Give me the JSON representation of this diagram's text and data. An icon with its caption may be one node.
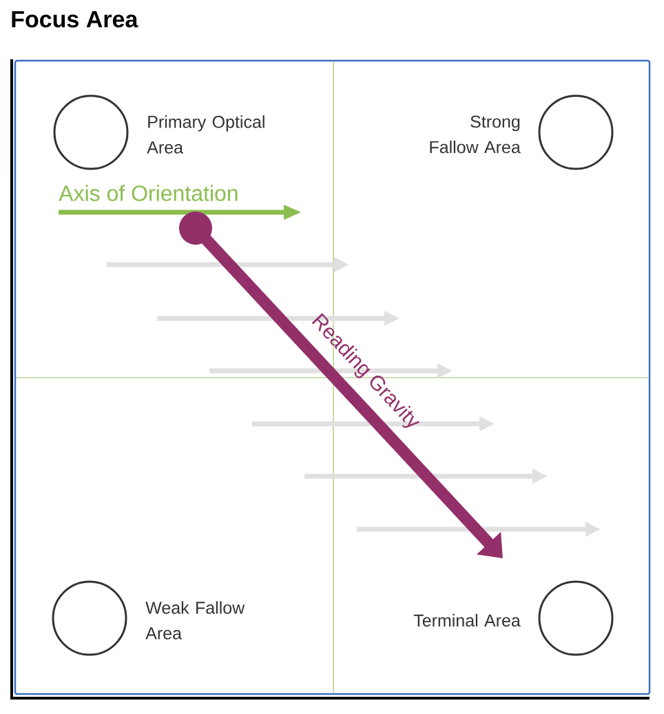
{
  "diagram": {
    "title": "Focus Area",
    "nodes": [
      {
        "text": [],
        "shape": "circle",
        "beside": [
          "Primary Optical Area"
        ]
      },
      {
        "text": [],
        "shape": "circle",
        "beside": [
          "Strong Fallow Area"
        ]
      },
      {
        "text": [],
        "shape": "circle",
        "beside": [
          "Weak Fallow Area"
        ]
      },
      {
        "text": [],
        "shape": "circle",
        "beside": [
          "Terminal Area"
        ]
      }
    ],
    "edges": [],
    "labels": [
      "Axis of Orientation",
      "Reading Gravity"
    ]
  }
}
